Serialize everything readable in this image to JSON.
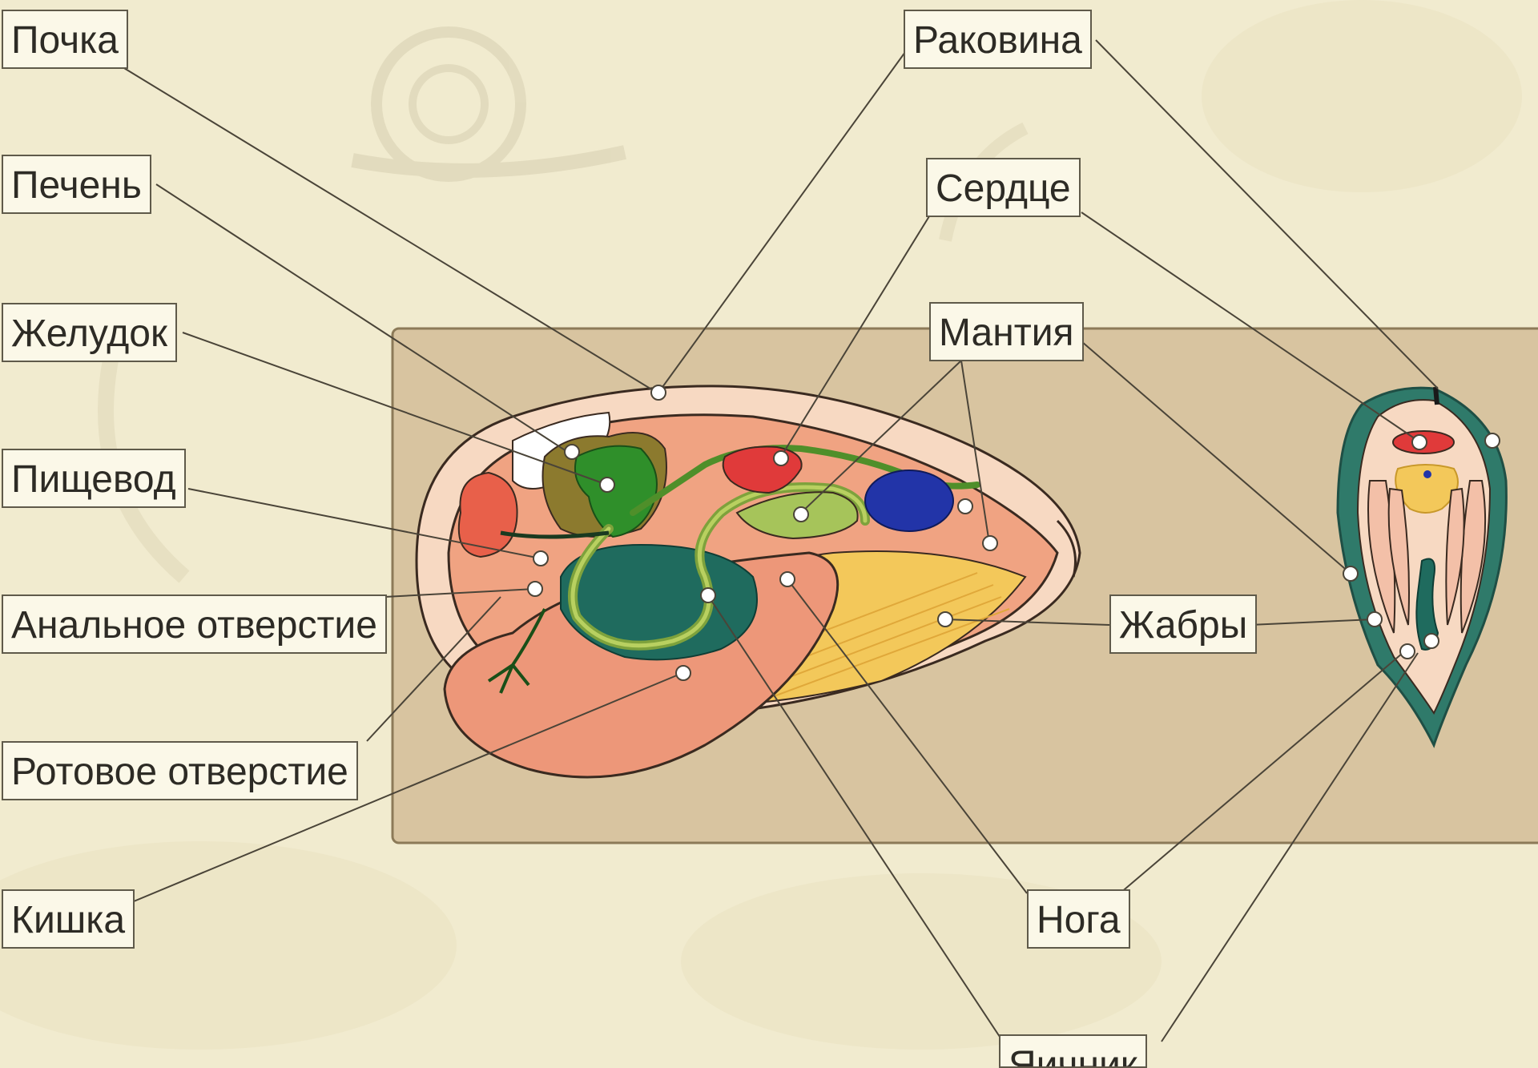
{
  "labels": {
    "pochka": "Почка",
    "rakovina": "Раковина",
    "pechen": "Печень",
    "serdtse": "Сердце",
    "zheludok": "Желудок",
    "mantiya": "Мантия",
    "pishchevod": "Пищевод",
    "analnoe": "Анальное отверстие",
    "zhabry": "Жабры",
    "rotovoe": "Ротовое отверстие",
    "kishka": "Кишка",
    "noga": "Нога",
    "yaichnik": "Яичник"
  },
  "colors": {
    "background": "#f1ebcf",
    "panel": "#d8c4a0",
    "body": "#f0a382",
    "foot": "#ed9779",
    "gills": "#f3c85a",
    "stomach": "#2f8f2a",
    "liver": "#8c7a2e",
    "intestine_mass": "#1f6b5e",
    "heart": "#e03a3a",
    "kidney_blue": "#2234a8",
    "shell_edge": "#2f7a6a"
  }
}
